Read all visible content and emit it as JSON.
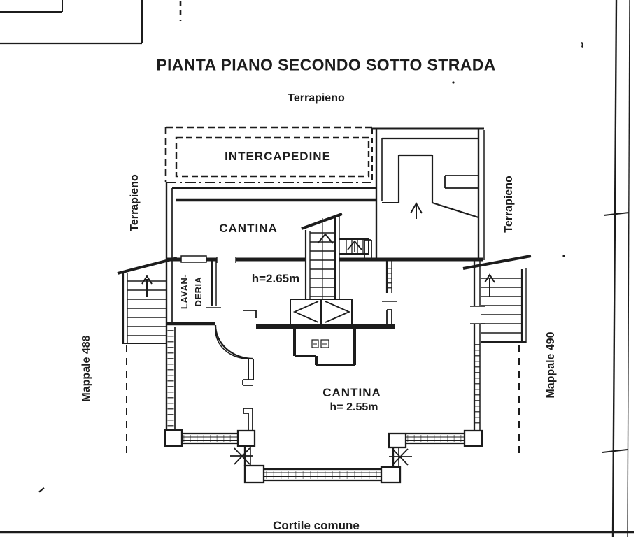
{
  "page": {
    "title": "PIANTA PIANO SECONDO SOTTO STRADA"
  },
  "site_labels": {
    "terrapieno_top": "Terrapieno",
    "terrapieno_left": "Terrapieno",
    "terrapieno_right": "Terrapieno",
    "mappale_left": "Mappale 488",
    "mappale_right": "Mappale 490",
    "cortile": "Cortile comune"
  },
  "rooms": {
    "intercapedine": "INTERCAPEDINE",
    "cantina_upper": "CANTINA",
    "corridor_height": "h=2.65m",
    "cantina_lower": "CANTINA",
    "cantina_lower_height": "h= 2.55m",
    "lavanderia_line1": "LAVAN-",
    "lavanderia_line2": "DERIA"
  },
  "colors": {
    "ink": "#1c1c1c",
    "paper": "#ffffff"
  }
}
